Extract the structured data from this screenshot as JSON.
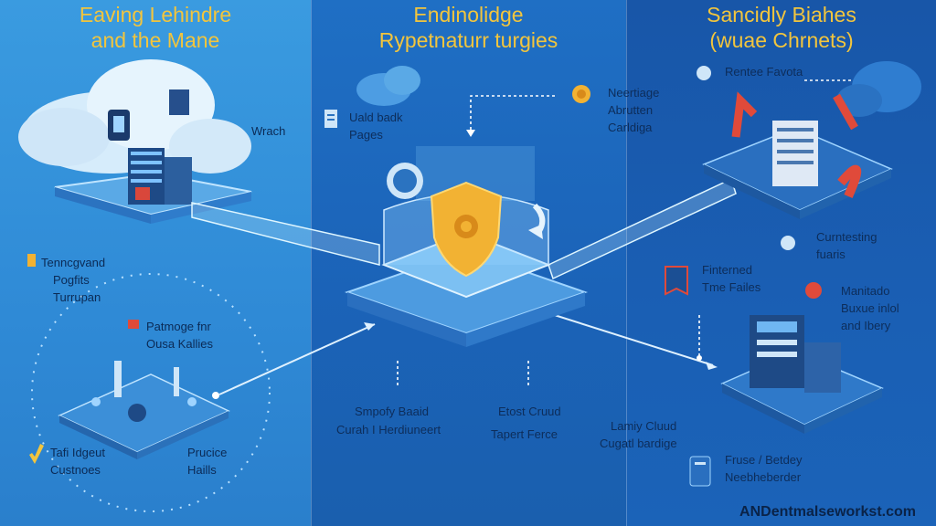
{
  "colors": {
    "left_bg": "#3a9be0",
    "middle_bg": "#1f6fc4",
    "right_bg": "#1856a8",
    "title": "#f2c53d",
    "shield": "#f2b233",
    "accent_red": "#e04a3a"
  },
  "left": {
    "title_line1": "Eaving Lehindre",
    "title_line2": "and the Mane",
    "label_wrach": "Wrach",
    "label_tenncg_1": "Tenncgvand",
    "label_tenncg_2": "Pogfits",
    "label_tenncg_3": "Turrupan",
    "label_patmoge_1": "Patmoge fnr",
    "label_patmoge_2": "Ousa Kallies",
    "label_tafi_1": "Tafi Idgeut",
    "label_tafi_2": "Custnoes",
    "label_prucice_1": "Prucice",
    "label_prucice_2": "Haills"
  },
  "middle": {
    "title_line1": "Endinolidge",
    "title_line2": "Rypetnaturr turgies",
    "label_pages_1": "Uald badk",
    "label_pages_2": "Pages",
    "label_smpofy_1": "Smpofy Baaid",
    "label_smpofy_2": "Curah I Herdiuneert",
    "label_etost_1": "Etost Cruud",
    "label_etost_2": "Tapert Ferce"
  },
  "right": {
    "title_line1": "Sancidly Biahes",
    "title_line2": "(wuae Chrnets)",
    "label_rentee": "Rentee Favota",
    "label_neertiage_1": "Neertiage",
    "label_neertiage_2": "Abrutten",
    "label_neertiage_3": "Carldiga",
    "label_curntesting_1": "Curntesting",
    "label_curntesting_2": "fuaris",
    "label_finterned_1": "Finterned",
    "label_finterned_2": "Tme Failes",
    "label_manitado_1": "Manitado",
    "label_manitado_2": "Buxue inlol",
    "label_manitado_3": "and Ibery",
    "label_lamly_1": "Lamiy Cluud",
    "label_lamly_2": "Cugatl bardige",
    "label_fruse_1": "Fruse / Betdey",
    "label_fruse_2": "Neebheberder",
    "brand": "ANDentmalseworkst.com"
  }
}
